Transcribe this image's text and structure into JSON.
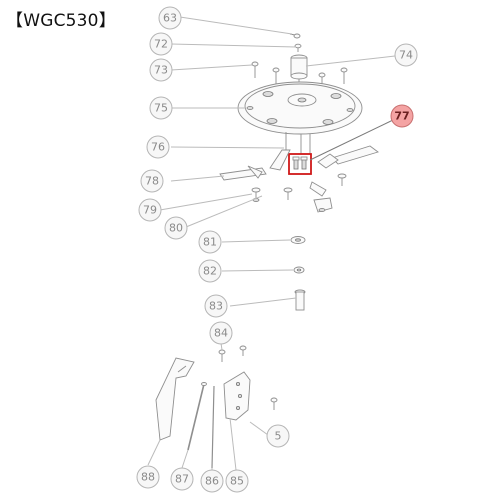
{
  "title": "【WGC530】",
  "accent_color": "#f4a3a3",
  "highlight_box_color": "#d01818",
  "callouts": [
    {
      "label": "63",
      "highlight": false
    },
    {
      "label": "72",
      "highlight": false
    },
    {
      "label": "73",
      "highlight": false
    },
    {
      "label": "74",
      "highlight": false
    },
    {
      "label": "75",
      "highlight": false
    },
    {
      "label": "76",
      "highlight": false
    },
    {
      "label": "77",
      "highlight": true
    },
    {
      "label": "78",
      "highlight": false
    },
    {
      "label": "79",
      "highlight": false
    },
    {
      "label": "80",
      "highlight": false
    },
    {
      "label": "81",
      "highlight": false
    },
    {
      "label": "82",
      "highlight": false
    },
    {
      "label": "83",
      "highlight": false
    },
    {
      "label": "84",
      "highlight": false
    },
    {
      "label": "5",
      "highlight": false
    },
    {
      "label": "88",
      "highlight": false
    },
    {
      "label": "87",
      "highlight": false
    },
    {
      "label": "86",
      "highlight": false
    },
    {
      "label": "85",
      "highlight": false
    }
  ]
}
